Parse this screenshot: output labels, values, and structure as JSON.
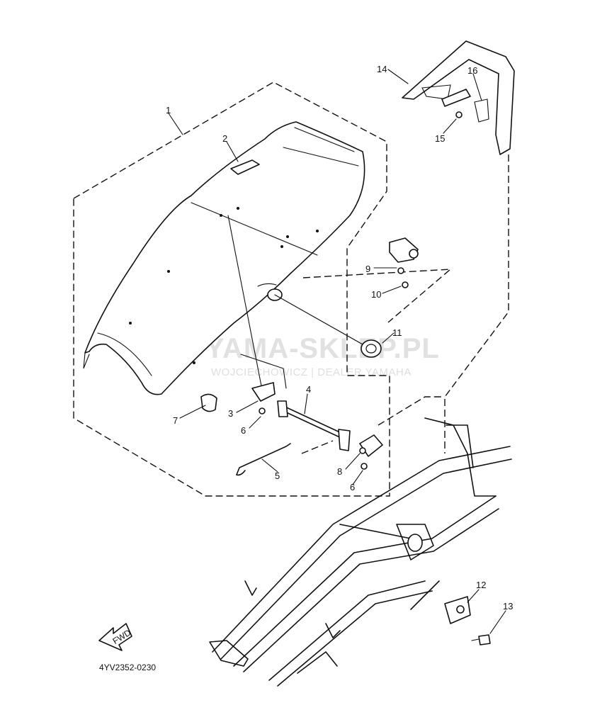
{
  "diagram": {
    "part_labels": [
      "1",
      "2",
      "3",
      "4",
      "5",
      "6",
      "6",
      "7",
      "8",
      "9",
      "10",
      "11",
      "12",
      "13",
      "14",
      "15",
      "16"
    ],
    "drawing_code": "4YV2352-0230",
    "fwd_label": "FWD",
    "watermark": {
      "title": "YAMA-SKLEP.PL",
      "subtitle": "WOJCIECHOWICZ | DEALER YAMAHA",
      "color": "#e24a4a"
    }
  }
}
